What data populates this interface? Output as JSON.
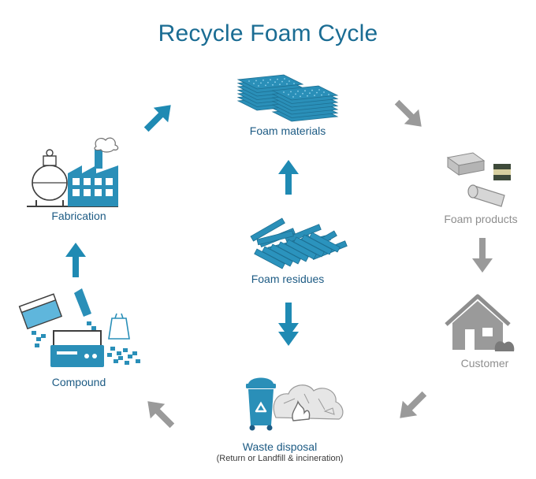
{
  "title": "Recycle Foam Cycle",
  "nodes": {
    "foam_materials": "Foam materials",
    "foam_residues": "Foam residues",
    "waste_disposal": "Waste disposal",
    "waste_disposal_note": "(Return or Landfill & incineration)",
    "foam_products": "Foam products",
    "customer": "Customer",
    "compound": "Compound",
    "fabrication": "Fabrication"
  },
  "colors": {
    "title_blue": "#1a6c93",
    "label_blue": "#1d5b84",
    "foam_blue": "#2a8fb8",
    "arrow_blue": "#1f8ab3",
    "grey": "#9a9a9a",
    "dark_grey": "#6e6e6e"
  },
  "icons": [
    "foam-sheets-icon",
    "foam-residue-icon",
    "recycle-bin-icon",
    "foam-products-icon",
    "house-icon",
    "compound-machine-icon",
    "factory-icon"
  ]
}
